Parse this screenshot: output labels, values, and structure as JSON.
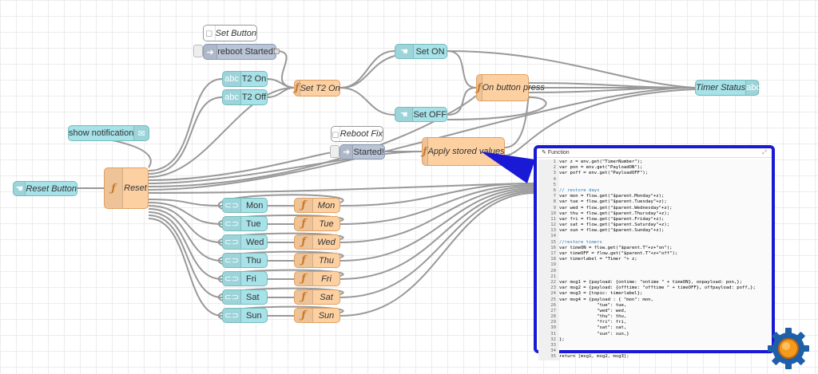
{
  "nodes": {
    "set_button_comment": "Set Button",
    "reboot_started": "reboot Started!",
    "set_on": "Set ON",
    "t2_on": "T2 On",
    "t2_off": "T2 Off",
    "set_t2_on": "Set T2 On",
    "on_button_press": "On button press",
    "timer_status": "Timer Status",
    "set_off": "Set OFF",
    "show_notification": "show notification",
    "reboot_fix": "Reboot Fix",
    "started": "Started!",
    "apply_stored_values": "Apply stored values",
    "reset_button": "Reset Button",
    "reset": "Reset",
    "days": [
      "Mon",
      "Tue",
      "Wed",
      "Thu",
      "Fri",
      "Sat",
      "Sun"
    ]
  },
  "editor": {
    "title": "Function",
    "lines": [
      {
        "n": "1",
        "t": "var z = env.get(\"TimerNumber\");"
      },
      {
        "n": "2",
        "t": "var pon = env.get(\"PayloadON\");"
      },
      {
        "n": "3",
        "t": "var poff = env.get(\"PayloadOFF\");"
      },
      {
        "n": "4",
        "t": ""
      },
      {
        "n": "5",
        "t": ""
      },
      {
        "n": "6",
        "t": "// restore days"
      },
      {
        "n": "7",
        "t": "var mon = flow.get(\"$parent.Monday\"+z);"
      },
      {
        "n": "8",
        "t": "var tue = flow.get(\"$parent.Tuesday\"+z);"
      },
      {
        "n": "9",
        "t": "var wed = flow.get(\"$parent.Wednesday\"+z);"
      },
      {
        "n": "10",
        "t": "var thu = flow.get(\"$parent.Thursday\"+z);"
      },
      {
        "n": "11",
        "t": "var fri = flow.get(\"$parent.Friday\"+z);"
      },
      {
        "n": "12",
        "t": "var sat = flow.get(\"$parent.Saturday\"+z);"
      },
      {
        "n": "13",
        "t": "var sun = flow.get(\"$parent.Sunday\"+z);"
      },
      {
        "n": "14",
        "t": ""
      },
      {
        "n": "15",
        "t": "//restore timers"
      },
      {
        "n": "16",
        "t": "var timeON = flow.get(\"$parent.T\"+z+\"on\");"
      },
      {
        "n": "17",
        "t": "var timeOFF = flow.get(\"$parent.T\"+z+\"off\");"
      },
      {
        "n": "18",
        "t": "var timerlabel = \"Timer \"+ z;"
      },
      {
        "n": "19",
        "t": ""
      },
      {
        "n": "20",
        "t": ""
      },
      {
        "n": "21",
        "t": ""
      },
      {
        "n": "22",
        "t": "var msg1 = {payload: {ontime: \"ontime \" + timeON}, onpayload: pon,};"
      },
      {
        "n": "23",
        "t": "var msg2 = {payload: {offtime: \"offtime \" + timeOFF}, offpayload: poff,};"
      },
      {
        "n": "24",
        "t": "var msg3 = {topic: timerlabel};"
      },
      {
        "n": "25",
        "t": "var msg4 = {payload : { \"mon\": mon,"
      },
      {
        "n": "26",
        "t": "              \"tue\": tue,"
      },
      {
        "n": "27",
        "t": "              \"wed\": wed,"
      },
      {
        "n": "28",
        "t": "              \"thu\": thu,"
      },
      {
        "n": "29",
        "t": "              \"fri\": fri,"
      },
      {
        "n": "30",
        "t": "              \"sat\": sat,"
      },
      {
        "n": "31",
        "t": "              \"sun\": sun,}"
      },
      {
        "n": "32",
        "t": "};"
      },
      {
        "n": "33",
        "t": ""
      },
      {
        "n": "34",
        "t": ""
      },
      {
        "n": "35",
        "t": "return [msg1, msg2, msg3];"
      }
    ]
  },
  "colors": {
    "editor_border": "#1a1ad6",
    "function_node": "#fdd0a2",
    "dashboard_node": "#a6e2e8",
    "wire": "#999999"
  }
}
